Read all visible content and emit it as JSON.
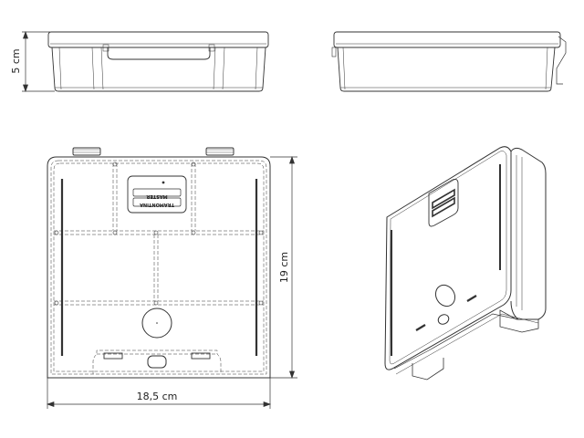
{
  "drawing": {
    "subject": "Organizer box technical drawing",
    "views": [
      "front-view",
      "side-view",
      "top-view",
      "isometric-view"
    ],
    "brand_logo": {
      "line1": "TRAMONTINA",
      "line2": "MASTER"
    }
  },
  "dimensions": {
    "height_label": "5 cm",
    "depth_label": "19 cm",
    "width_label": "18,5 cm"
  },
  "colors": {
    "line": "#333333",
    "background": "#ffffff"
  }
}
